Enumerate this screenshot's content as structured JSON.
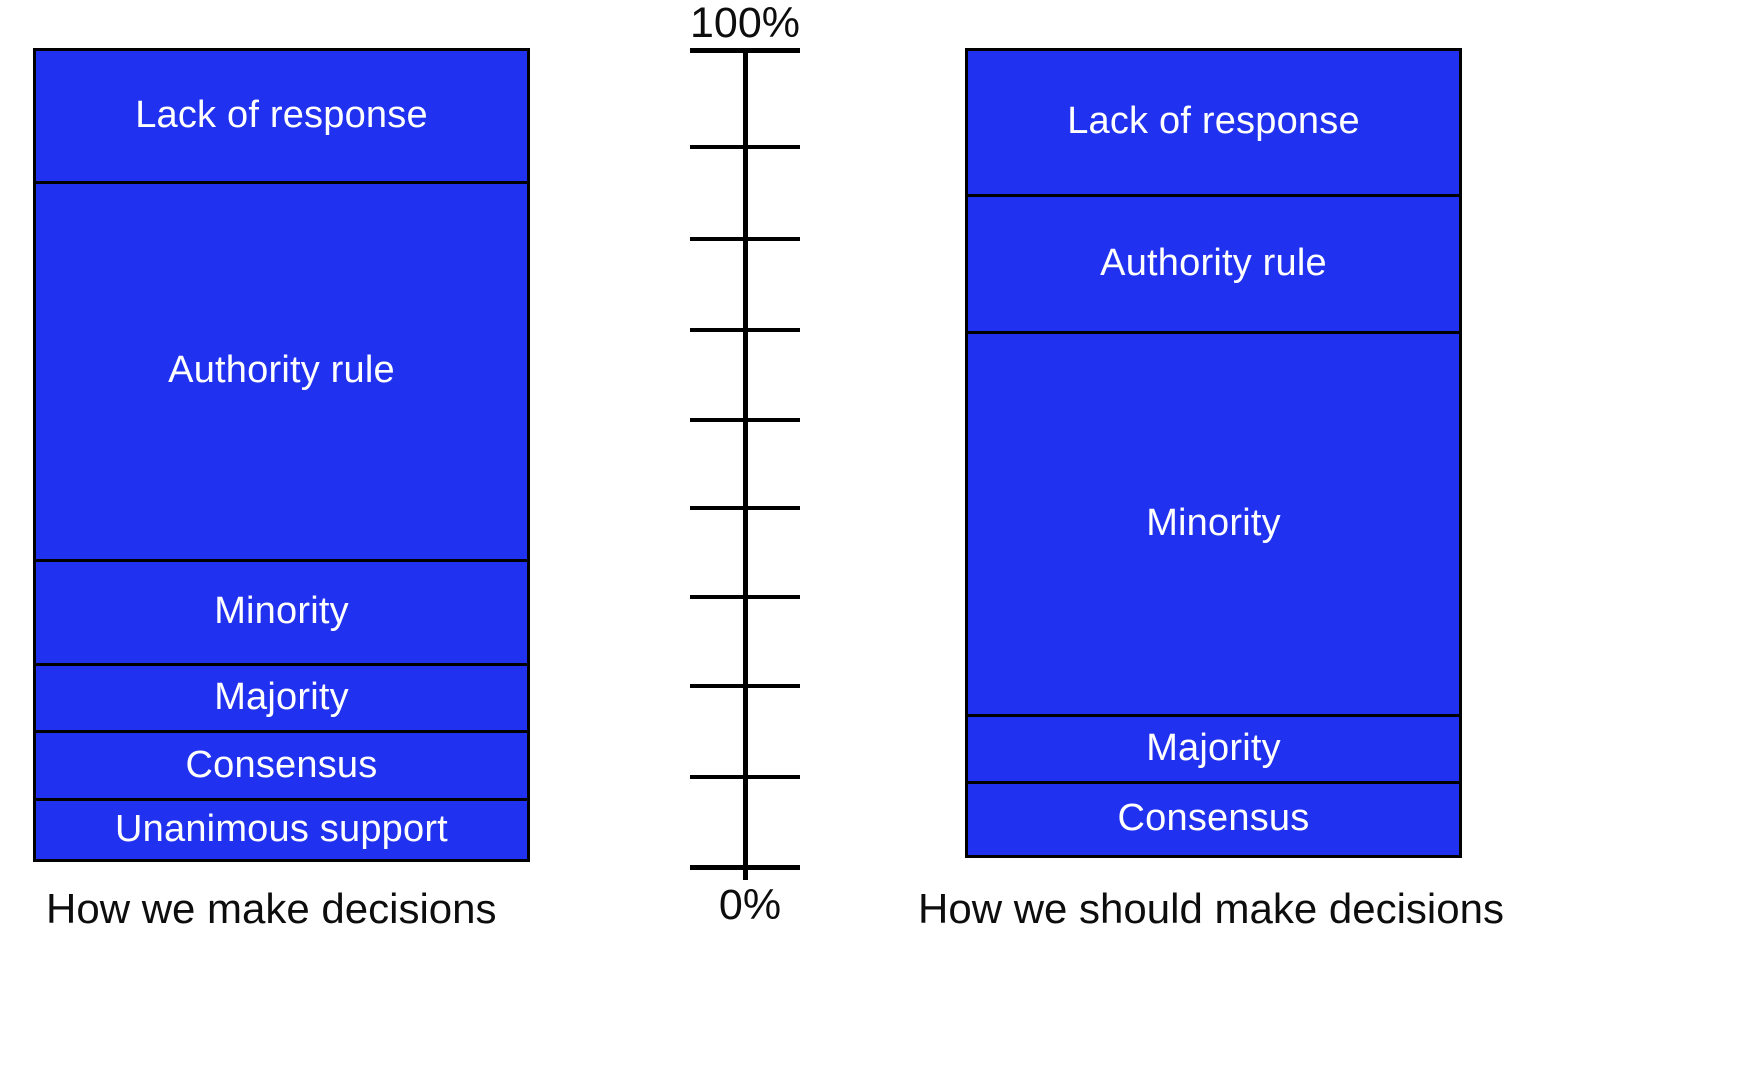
{
  "chart_data": {
    "type": "bar",
    "title": "",
    "subtitle": "",
    "xlabel": "",
    "ylabel": "",
    "ylim": [
      0,
      100
    ],
    "axis": {
      "top_label": "100%",
      "bottom_label": "0%",
      "tick_count": 9,
      "grid": false,
      "orientation": "vertical"
    },
    "legend": {
      "position": "none",
      "entries": []
    },
    "categories": [
      "Lack of response",
      "Authority rule",
      "Minority",
      "Majority",
      "Consensus",
      "Unanimous support"
    ],
    "series": [
      {
        "name": "How we make decisions",
        "values": [
          18,
          52,
          14,
          9,
          9,
          8
        ]
      },
      {
        "name": "How we should make decisions",
        "values": [
          18,
          17,
          48,
          8,
          9,
          0
        ]
      }
    ],
    "colors": {
      "bar_fill": "#2031ef",
      "bar_border": "#000000",
      "bar_text": "#ffffff",
      "caption_text": "#0d0d0d",
      "axis": "#000000",
      "background": "#ffffff"
    }
  },
  "columns": [
    {
      "id": "left",
      "caption": "How we make decisions",
      "segments": [
        {
          "label": "Lack of response",
          "percent": 18
        },
        {
          "label": "Authority rule",
          "percent": 52
        },
        {
          "label": "Minority",
          "percent": 14
        },
        {
          "label": "Majority",
          "percent": 9
        },
        {
          "label": "Consensus",
          "percent": 9
        },
        {
          "label": "Unanimous support",
          "percent": 8
        }
      ]
    },
    {
      "id": "right",
      "caption": "How we should make decisions",
      "segments": [
        {
          "label": "Lack of response",
          "percent": 18
        },
        {
          "label": "Authority rule",
          "percent": 17
        },
        {
          "label": "Minority",
          "percent": 48
        },
        {
          "label": "Majority",
          "percent": 8
        },
        {
          "label": "Consensus",
          "percent": 9
        }
      ]
    }
  ],
  "axis": {
    "top_label": "100%",
    "bottom_label": "0%"
  }
}
